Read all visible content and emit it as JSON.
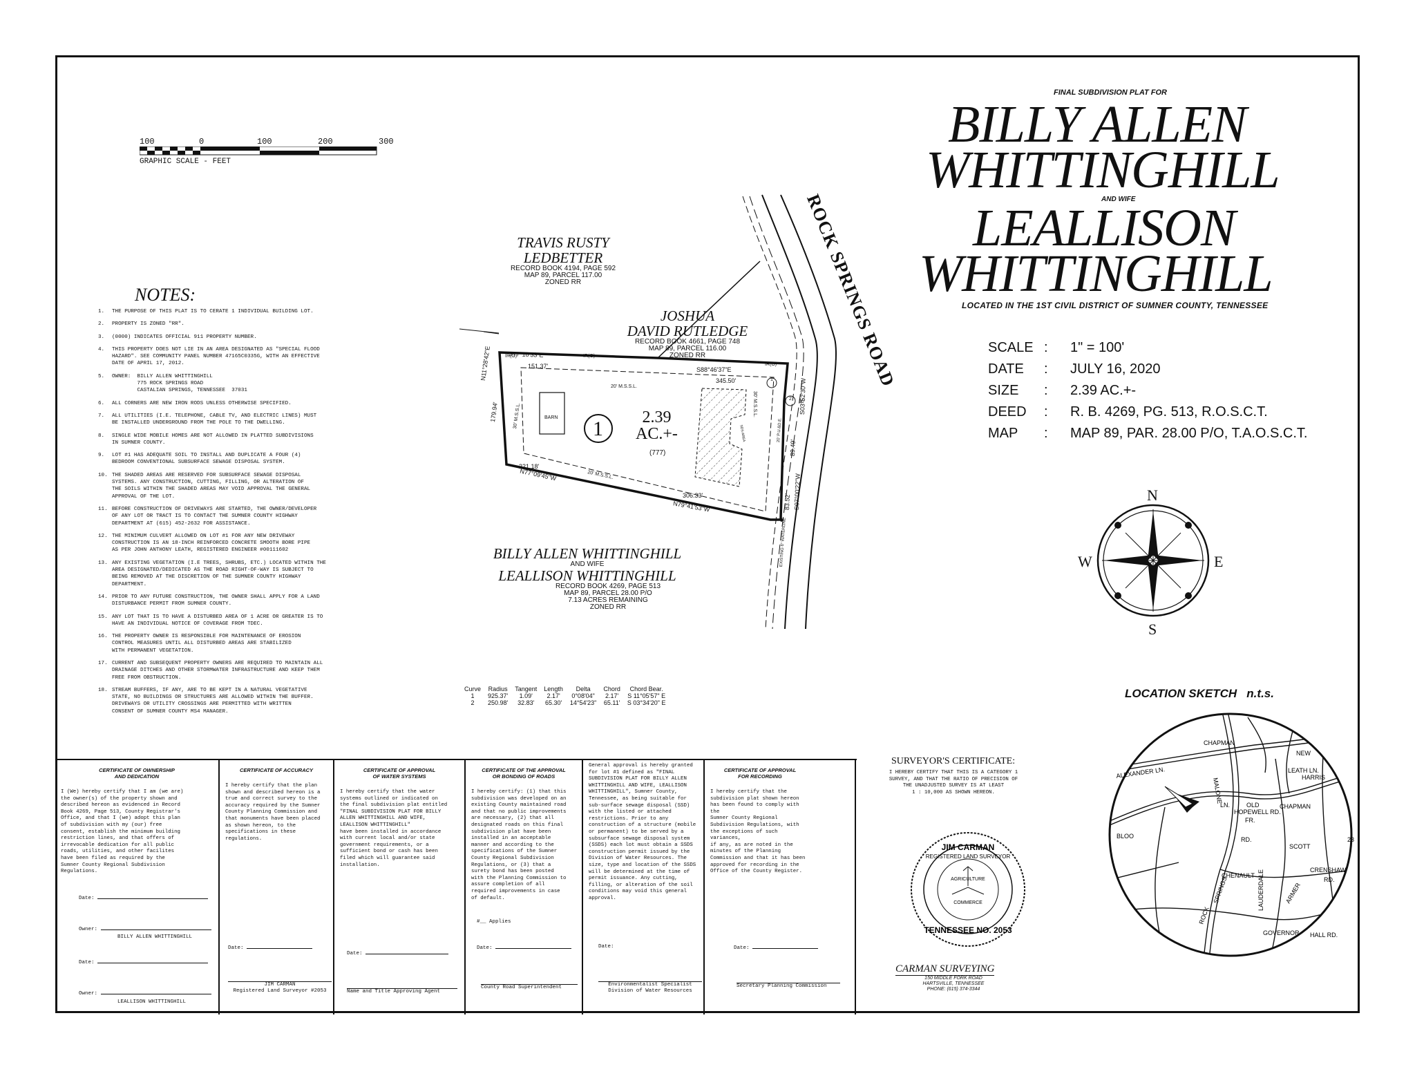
{
  "title": {
    "pre": "FINAL SUBDIVISION PLAT FOR",
    "line1": "BILLY ALLEN",
    "line2": "WHITTINGHILL",
    "and": "AND WIFE",
    "line3": "LEALLISON",
    "line4": "WHITTINGHILL",
    "location": "LOCATED IN THE 1ST CIVIL DISTRICT OF SUMNER COUNTY, TENNESSEE"
  },
  "info": [
    {
      "label": "SCALE",
      "sep": ":",
      "value": "1\" = 100'"
    },
    {
      "label": "DATE",
      "sep": ":",
      "value": "JULY 16, 2020"
    },
    {
      "label": "SIZE",
      "sep": ":",
      "value": "2.39 AC.+-"
    },
    {
      "label": "DEED",
      "sep": ":",
      "value": "R. B. 4269, PG. 513, R.O.S.C.T."
    },
    {
      "label": "MAP",
      "sep": ":",
      "value": "MAP 89, PAR. 28.00 P/O, T.A.O.S.C.T."
    }
  ],
  "scale_bar": {
    "ticks": [
      "100",
      "0",
      "100",
      "200",
      "300"
    ],
    "label": "GRAPHIC SCALE - FEET"
  },
  "notes": {
    "title": "NOTES:",
    "items": [
      {
        "n": "1.",
        "text": "THE PURPOSE OF THIS PLAT IS TO CERATE 1 INDIVIDUAL BUILDING LOT."
      },
      {
        "n": "2.",
        "text": "PROPERTY IS ZONED \"RR\"."
      },
      {
        "n": "3.",
        "text": "(0000) INDICATES OFFICIAL 911 PROPERTY NUMBER."
      },
      {
        "n": "4.",
        "text": "THIS PROPERTY DOES NOT LIE IN AN AREA DESIGNATED AS \"SPECIAL FLOOD\nHAZARD\". SEE COMMUNITY PANEL NUMBER 47165C0335G, WITH AN EFFECTIVE\nDATE OF APRIL 17, 2012."
      },
      {
        "n": "5.",
        "text": "OWNER:  BILLY ALLEN WHITTINGHILL\n        775 ROCK SPRINGS ROAD\n        CASTALIAN SPRINGS, TENNESSEE  37031"
      },
      {
        "n": "6.",
        "text": "ALL CORNERS ARE NEW IRON RODS UNLESS OTHERWISE SPECIFIED."
      },
      {
        "n": "7.",
        "text": "ALL UTILITIES (I.E. TELEPHONE, CABLE TV, AND ELECTRIC LINES) MUST\nBE INSTALLED UNDERGROUND FROM THE POLE TO THE DWELLING."
      },
      {
        "n": "8.",
        "text": "SINGLE WIDE MOBILE HOMES ARE NOT ALLOWED IN PLATTED SUBDIVISIONS\nIN SUMNER COUNTY."
      },
      {
        "n": "9.",
        "text": "LOT #1 HAS ADEQUATE SOIL TO INSTALL AND DUPLICATE A FOUR (4)\nBEDROOM CONVENTIONAL SUBSURFACE SEWAGE DISPOSAL SYSTEM."
      },
      {
        "n": "10.",
        "text": "THE SHADED AREAS ARE RESERVED FOR SUBSURFACE SEWAGE DISPOSAL\nSYSTEMS. ANY CONSTRUCTION, CUTTING, FILLING, OR ALTERATION OF\nTHE SOILS WITHIN THE SHADED AREAS MAY VOID APPROVAL THE GENERAL\nAPPROVAL OF THE LOT."
      },
      {
        "n": "11.",
        "text": "BEFORE CONSTRUCTION OF DRIVEWAYS ARE STARTED, THE OWNER/DEVELOPER\nOF ANY LOT OR TRACT IS TO CONTACT THE SUMNER COUNTY HIGHWAY\nDEPARTMENT AT (615) 452-2632 FOR ASSISTANCE."
      },
      {
        "n": "12.",
        "text": "THE MINIMUM CULVERT ALLOWED ON LOT #1 FOR ANY NEW DRIVEWAY\nCONSTRUCTION IS AN 18-INCH REINFORCED CONCRETE SMOOTH BORE PIPE\nAS PER JOHN ANTHONY LEATH, REGISTERED ENGINEER #00111602"
      },
      {
        "n": "13.",
        "text": "ANY EXISTING VEGETATION (I.E TREES, SHRUBS, ETC.) LOCATED WITHIN THE\nAREA DESIGNATED/DEDICATED AS THE ROAD RIGHT-OF-WAY IS SUBJECT TO\nBEING REMOVED AT THE DISCRETION OF THE SUMNER COUNTY HIGHWAY\nDEPARTMENT."
      },
      {
        "n": "14.",
        "text": "PRIOR TO ANY FUTURE CONSTRUCTION, THE OWNER SHALL APPLY FOR A LAND\nDISTURBANCE PERMIT FROM SUMNER COUNTY."
      },
      {
        "n": "15.",
        "text": "ANY LOT THAT IS TO HAVE A DISTURBED AREA OF 1 ACRE OR GREATER IS TO\nHAVE AN INDIVIDUAL NOTICE OF COVERAGE FROM TDEC."
      },
      {
        "n": "16.",
        "text": "THE PROPERTY OWNER IS RESPONSIBLE FOR MAINTENANCE OF EROSION\nCONTROL MEASURES UNTIL ALL DISTURBED AREAS ARE STABILIZED\nWITH PERMANENT VEGETATION."
      },
      {
        "n": "17.",
        "text": "CURRENT AND SUBSEQUENT PROPERTY OWNERS ARE REQUIRED TO MAINTAIN ALL\nDRAINAGE DITCHES AND OTHER STORMWATER INFRASTRUCTURE AND KEEP THEM\nFREE FROM OBSTRUCTION."
      },
      {
        "n": "18.",
        "text": "STREAM BUFFERS, IF ANY, ARE TO BE KEPT IN A NATURAL VEGETATIVE\nSTATE, NO BUILDINGS OR STRUCTURES ARE ALLOWED WITHIN THE BUFFER.\nDRIVEWAYS OR UTILITY CROSSINGS ARE PERMITTED WITH WRITTEN\nCONSENT OF SUMNER COUNTY MS4 MANAGER."
      }
    ]
  },
  "map": {
    "road": "ROCK SPRINGS ROAD",
    "owner_nw": {
      "name1": "TRAVIS RUSTY",
      "name2": "LEDBETTER",
      "info1": "RECORD BOOK 4194, PAGE 592",
      "info2": "MAP 89, PARCEL 117.00",
      "info3": "ZONED RR"
    },
    "owner_ne": {
      "name1": "JOSHUA",
      "name2": "DAVID RUTLEDGE",
      "info1": "RECORD BOOK 4661, PAGE 748",
      "info2": "MAP 89, PARCEL 116.00",
      "info3": "ZONED RR"
    },
    "owner_s": {
      "name1": "BILLY ALLEN WHITTINGHILL",
      "and": "AND WIFE",
      "name2": "LEALLISON WHITTINGHILL",
      "info1": "RECORD BOOK 4269, PAGE 513",
      "info2": "MAP 89, PARCEL 28.00 P/O",
      "info3": "7.13 ACRES REMAINING",
      "info4": "ZONED RR"
    },
    "lot_number": "1",
    "lot_area1": "2.39",
    "lot_area2": "AC.+-",
    "address": "(777)",
    "barn": "BARN",
    "ssds": "SDS AREA",
    "bearings": {
      "north": "S77°10'33\"E",
      "north_dist": "151.37'",
      "north2": "S88°46'37\"E",
      "north2_dist": "345.50'",
      "west": "N11°28'42\"E",
      "west_dist": "179.94'",
      "south1": "N77°09'45\"W",
      "south1_dist": "221.18'",
      "south2": "N79°41'53\"W",
      "south2_dist": "306.33'",
      "east1": "S03°52'30\"W",
      "east1_dist": "89.49'",
      "east2": "S07°00'22\"W",
      "east2_dist": "83.52'"
    },
    "ir_labels": [
      "IR(O)",
      "IR(O)",
      "IR(O)"
    ],
    "setbacks": {
      "msl_top": "20' M.S.S.L.",
      "msl_bottom": "20' M.S.S.L.",
      "msl_left": "30' M.S.S.L.",
      "msl_right": "30' M.S.S.L."
    },
    "curve_markers": [
      "1",
      "2"
    ],
    "row_label": "30'",
    "waterline": "EXISTING 6\" WATERLINE",
    "row_center": "20' P.U.&D.E."
  },
  "curve_table": {
    "headers": [
      "Curve",
      "Radius",
      "Tangent",
      "Length",
      "Delta",
      "Chord",
      "Chord Bear."
    ],
    "rows": [
      [
        "1",
        "925.37'",
        "1.09'",
        "2.17'",
        "0°08'04\"",
        "2.17'",
        "S 11°05'57\" E"
      ],
      [
        "2",
        "250.98'",
        "32.83'",
        "65.30'",
        "14°54'23\"",
        "65.11'",
        "S 03°34'20\" E"
      ]
    ]
  },
  "compass": {
    "n": "N",
    "s": "S",
    "e": "E",
    "w": "W"
  },
  "location_sketch": {
    "title": "LOCATION SKETCH",
    "nts": "n.t.s.",
    "roads": [
      "ALEXANDER LN.",
      "CHAPMAN",
      "LEATH LN.",
      "OLD",
      "HOPEWELL RD.",
      "CHAPMAN",
      "SCOTT",
      "CHENAULT",
      "GOVERNOR",
      "HALL RD.",
      "ROCK",
      "SPRINGS",
      "RD.",
      "MALONE",
      "LN.",
      "FR.",
      "LAUDERDALE",
      "ARMER",
      "CRENSHAW",
      "RD.",
      "23",
      "NEW",
      "HARRIS",
      "BLOO"
    ]
  },
  "surveyor": {
    "title": "SURVEYOR'S CERTIFICATE:",
    "body": "I HEREBY CERTIFY THAT THIS IS A CATEGORY 1\nSURVEY, AND THAT THE RATIO OF PRECISION OF\nTHE UNADJUSTED SURVEY IS AT LEAST\n1 : 10,000 AS SHOWN HEREON.",
    "seal_top": "JIM CARMAN",
    "seal_mid1": "REGISTERED LAND SURVEYOR",
    "seal_ag": "AGRICULTURE",
    "seal_com": "COMMERCE",
    "seal_bottom": "TENNESSEE NO. 2053",
    "firm": "CARMAN SURVEYING",
    "addr1": "150 MIDDLE FORK ROAD",
    "addr2": "HARTSVILLE, TENNESSEE",
    "phone": "PHONE: (615) 374-3344"
  },
  "certificates": [
    {
      "title": "CERTIFICATE OF OWNERSHIP\nAND DEDICATION",
      "body": "I (We) hereby certify that I am (we are)\nthe owner(s) of the property shown and\ndescribed hereon as evidenced in Record\nBook 4269, Page 513, County Registrar's\nOffice, and that I (we) adopt this plan\nof subdivision with my (our) free\nconsent, establish the minimum building\nrestriction lines, and that offers of\nirrevocable dedication for all public\nroads, utilities, and other facilites\nhave been filed as required by the\nSumner County Regional Subdivision\nRegulations.",
      "date1": "Date:",
      "owner1_label": "Owner:",
      "owner1": "BILLY ALLEN WHITTINGHILL",
      "date2": "Date:",
      "owner2_label": "Owner:",
      "owner2": "LEALLISON WHITTINGHILL"
    },
    {
      "title": "CERTIFICATE OF ACCURACY",
      "body": "I hereby certify that the plan\nshown and described hereon is a\ntrue and correct survey to the\naccuracy required by the Sumner\nCounty Planning Commission and\nthat monuments have been placed\nas shown hereon, to the\nspecifications in these\nregulations.",
      "date": "Date:",
      "sig1": "JIM CARMAN",
      "sig2": "Registered Land Surveyor #2053"
    },
    {
      "title": "CERTIFICATE OF APPROVAL\nOF WATER SYSTEMS",
      "body": "I hereby certify that the water\nsystems outlined or indicated on\nthe final subdivision plat entitled\n\"FINAL SUBDIVISION PLAT FOR BILLY\nALLEN WHITTINGHILL AND WIFE,\nLEALLISON WHITTINGHILL\"\nhave been installed in accordance\nwith current local and/or state\ngovernment requirements, or a\nsufficient bond or cash has been\nfiled which will guarantee said\ninstallation.",
      "date": "Date:",
      "sig": "Name and Title Approving Agent"
    },
    {
      "title": "CERTIFICATE OF THE APPROVAL\nOR BONDING OF ROADS",
      "body": "I hereby certify: (1) that this\nsubdivision was developed on an\nexisting County maintained road\nand that no public improvements\nare necessary, (2) that all\ndesignated roads on this final\nsubdivision plat have been\ninstalled in an acceptable\nmanner and according to the\nspecifications of the Sumner\nCounty Regional Subdivision\nRegulations, or (3) that a\nsurety bond has been posted\nwith the Planning Commission to\nassure completion of all\nrequired improvements in case\nof default.",
      "applies": "#__ Applies",
      "date": "Date:",
      "sig": "County Road Superintendent"
    },
    {
      "title": "",
      "body": "General approval is hereby granted\nfor lot #1 defined as \"FINAL\nSUBDIVISION PLAT FOR BILLY ALLEN\nWHITTINGHILL AND WIFE, LEALLISON\nWHITTINGHILL\", Sumner County,\nTennessee, as being suitable for\nsub-surface sewage disposal (SSD)\nwith the listed or attached\nrestrictions. Prior to any\nconstruction of a structure (mobile\nor permanent) to be served by a\nsubsurface sewage disposal system\n(SSDS) each lot must obtain a SSDS\nconstruction permit issued by the\nDivision of Water Resources. The\nsize, type and location of the SSDS\nwill be determined at the time of\npermit issuance. Any cutting,\nfilling, or alteration of the soil\nconditions may void this general\napproval.",
      "date": "Date:",
      "sig1": "Environmentalist Specialist",
      "sig2": "Division of Water Resources"
    },
    {
      "title": "CERTIFICATE OF APPROVAL\nFOR RECORDING",
      "body": "I hereby certify that the\nsubdivision plat shown hereon\nhas been found to comply with the\nSumner County Regional\nSubdivision Regulations, with\nthe exceptions of such variances,\nif any, as are noted in the\nminutes of the Planning\nCommission and that it has been\napproved for recording in the\nOffice of the County Register.",
      "date": "Date:",
      "sig": "Secretary Planning Commission"
    }
  ]
}
